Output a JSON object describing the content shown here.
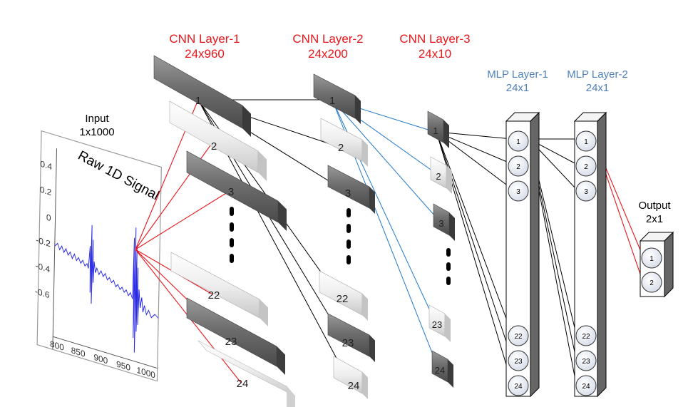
{
  "input": {
    "title": "Input",
    "size": "1x1000",
    "signal_label": "Raw 1D Signal"
  },
  "signal_plot": {
    "y_ticks": [
      "0.4",
      "0.2",
      "0",
      "-0.2",
      "-0.4",
      "-0.6"
    ],
    "x_ticks": [
      "800",
      "850",
      "900",
      "950",
      "1000"
    ]
  },
  "cnn1": {
    "title": "CNN Layer-1",
    "size": "24x960",
    "maps": [
      "1",
      "2",
      "3",
      "22",
      "23",
      "24"
    ]
  },
  "cnn2": {
    "title": "CNN Layer-2",
    "size": "24x200",
    "maps": [
      "1",
      "2",
      "3",
      "22",
      "23",
      "24"
    ]
  },
  "cnn3": {
    "title": "CNN Layer-3",
    "size": "24x10",
    "maps": [
      "1",
      "2",
      "3",
      "23",
      "24"
    ]
  },
  "mlp1": {
    "title": "MLP Layer-1",
    "size": "24x1",
    "nodes": [
      "1",
      "2",
      "3",
      "22",
      "23",
      "24"
    ]
  },
  "mlp2": {
    "title": "MLP Layer-2",
    "size": "24x1",
    "nodes": [
      "1",
      "2",
      "3",
      "22",
      "23",
      "24"
    ]
  },
  "output": {
    "title": "Output",
    "size": "2x1",
    "nodes": [
      "1",
      "2"
    ]
  },
  "colors": {
    "title_red": "#e8161b",
    "title_blue": "#4f7fb8",
    "dark_map": "#6b6b6b",
    "light_map": "#e6e6e6",
    "link_red": "#e8161b",
    "link_blue": "#1f78c8",
    "signal": "#2a2ae6",
    "node_fill": "#e9edf4"
  }
}
